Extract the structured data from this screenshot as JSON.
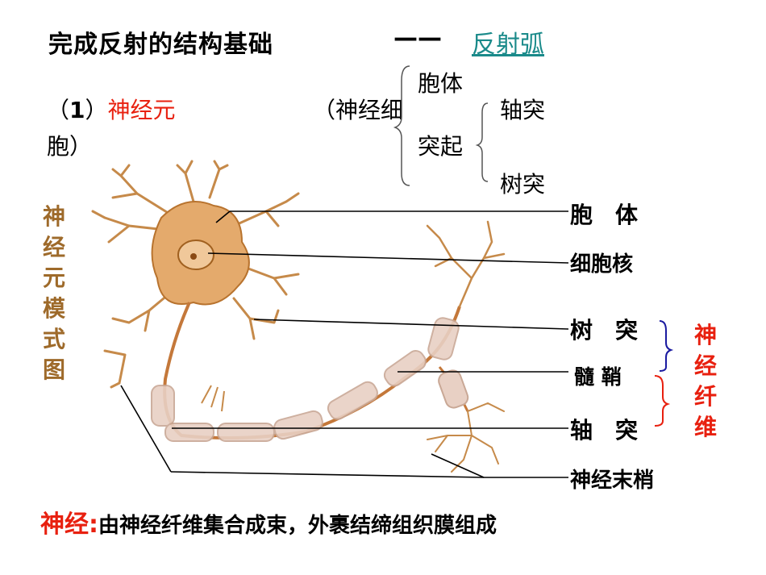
{
  "title": {
    "main": "完成反射的结构基础",
    "dash": "——",
    "link": "反射弧"
  },
  "section": {
    "number_open": "（",
    "number": "1",
    "number_close": "）",
    "term": "神经元",
    "paren_text": "（神经细",
    "paren_text_2": "胞）",
    "tree_root_1": "胞体",
    "tree_root_2": "突起",
    "tree_leaf_1": "轴突",
    "tree_leaf_2": "树突"
  },
  "diagram": {
    "side_title": "神经元模式图",
    "labels": {
      "soma": "胞　体",
      "nucleus": "细胞核",
      "dendrite": "树　突",
      "myelin": "髓 鞘",
      "axon": "轴　突",
      "terminal": "神经末梢"
    },
    "fiber_label": "神经纤维",
    "colors": {
      "cell": "#e0a868",
      "cell_dark": "#b8732e",
      "myelin": "#e6cbbd",
      "brace_blue": "#1a1aa0",
      "brace_red": "#e8200f"
    }
  },
  "footer": {
    "head": "神经:",
    "body": "由神经纤维集合成束，外裹结缔组织膜组成"
  }
}
